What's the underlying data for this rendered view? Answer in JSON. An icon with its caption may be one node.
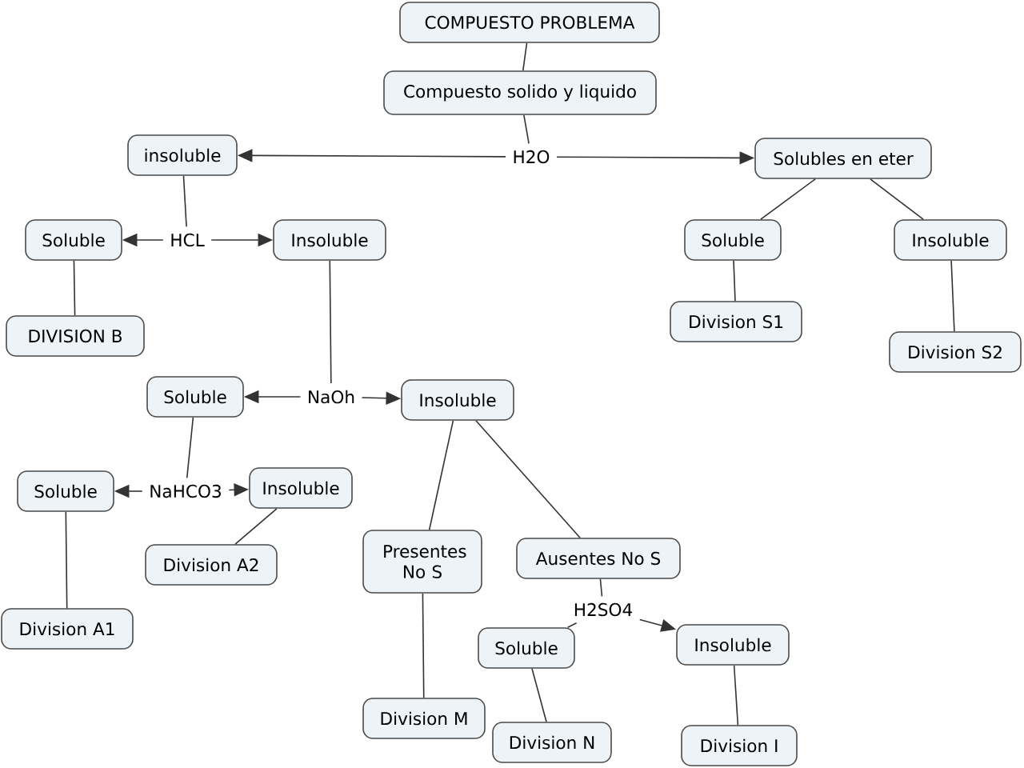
{
  "diagram": {
    "nodes": [
      {
        "text": [
          "COMPUESTO PROBLEMA"
        ]
      },
      {
        "text": [
          "Compuesto solido y liquido"
        ]
      },
      {
        "text": [
          "H2O"
        ]
      },
      {
        "text": [
          "insoluble"
        ]
      },
      {
        "text": [
          "Solubles en eter"
        ]
      },
      {
        "text": [
          "Soluble"
        ]
      },
      {
        "text": [
          "HCL"
        ]
      },
      {
        "text": [
          "Insoluble"
        ]
      },
      {
        "text": [
          "Soluble"
        ]
      },
      {
        "text": [
          "Insoluble"
        ]
      },
      {
        "text": [
          "DIVISION B"
        ]
      },
      {
        "text": [
          "Division S1"
        ]
      },
      {
        "text": [
          "Division S2"
        ]
      },
      {
        "text": [
          "Soluble"
        ]
      },
      {
        "text": [
          "NaOh"
        ]
      },
      {
        "text": [
          "Insoluble"
        ]
      },
      {
        "text": [
          "Soluble"
        ]
      },
      {
        "text": [
          "NaHCO3"
        ]
      },
      {
        "text": [
          "Insoluble"
        ]
      },
      {
        "text": [
          "Division A2"
        ]
      },
      {
        "text": [
          "Division A1"
        ]
      },
      {
        "text": [
          "Presentes No S"
        ]
      },
      {
        "text": [
          "Ausentes No S"
        ]
      },
      {
        "text": [
          "H2SO4"
        ]
      },
      {
        "text": [
          "Soluble"
        ]
      },
      {
        "text": [
          "Insoluble"
        ]
      },
      {
        "text": [
          "Division M"
        ]
      },
      {
        "text": [
          "Division N"
        ]
      },
      {
        "text": [
          "Division I"
        ]
      }
    ],
    "edges": [
      {
        "from": 0,
        "to": 1,
        "arrow": "none"
      },
      {
        "from": 1,
        "to": 2,
        "arrow": "none"
      },
      {
        "from": 2,
        "to": 3,
        "arrow": "to"
      },
      {
        "from": 2,
        "to": 4,
        "arrow": "to"
      },
      {
        "from": 3,
        "to": 6,
        "arrow": "none"
      },
      {
        "from": 6,
        "to": 5,
        "arrow": "to"
      },
      {
        "from": 6,
        "to": 7,
        "arrow": "to"
      },
      {
        "from": 4,
        "to": 8,
        "arrow": "none"
      },
      {
        "from": 4,
        "to": 9,
        "arrow": "none"
      },
      {
        "from": 5,
        "to": 10,
        "arrow": "none"
      },
      {
        "from": 8,
        "to": 11,
        "arrow": "none"
      },
      {
        "from": 9,
        "to": 12,
        "arrow": "none"
      },
      {
        "from": 7,
        "to": 14,
        "arrow": "none"
      },
      {
        "from": 14,
        "to": 13,
        "arrow": "to"
      },
      {
        "from": 14,
        "to": 15,
        "arrow": "to"
      },
      {
        "from": 13,
        "to": 17,
        "arrow": "none"
      },
      {
        "from": 17,
        "to": 16,
        "arrow": "to"
      },
      {
        "from": 17,
        "to": 18,
        "arrow": "to"
      },
      {
        "from": 18,
        "to": 19,
        "arrow": "none"
      },
      {
        "from": 16,
        "to": 20,
        "arrow": "none"
      },
      {
        "from": 15,
        "to": 21,
        "arrow": "none"
      },
      {
        "from": 15,
        "to": 22,
        "arrow": "none"
      },
      {
        "from": 21,
        "to": 26,
        "arrow": "none"
      },
      {
        "from": 22,
        "to": 23,
        "arrow": "none"
      },
      {
        "from": 23,
        "to": 24,
        "arrow": "none"
      },
      {
        "from": 23,
        "to": 25,
        "arrow": "to"
      },
      {
        "from": 24,
        "to": 27,
        "arrow": "none"
      },
      {
        "from": 25,
        "to": 28,
        "arrow": "none"
      }
    ]
  }
}
